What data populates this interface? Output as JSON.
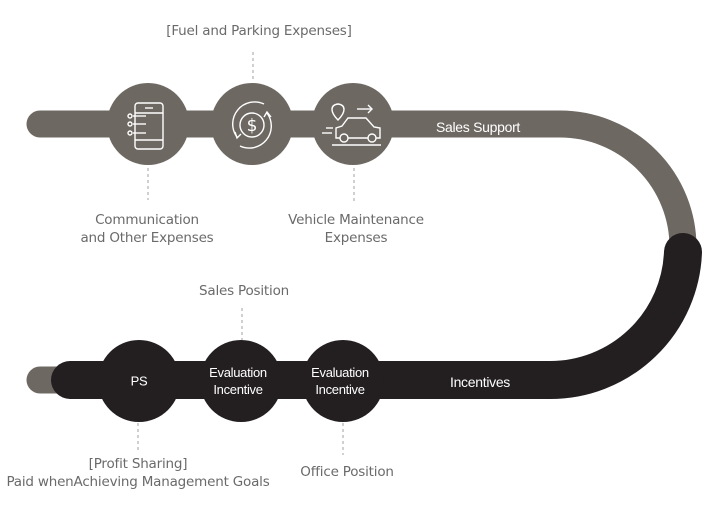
{
  "colors": {
    "support": "#6e6862",
    "incentives": "#231f20",
    "label_text": "#6a6a6a",
    "connector": "#9a9a9a"
  },
  "sales_support": {
    "band_label": "Sales Support",
    "items": [
      {
        "icon": "phone-checklist-icon",
        "label_lines": [
          "Communication",
          "and Other Expenses"
        ],
        "label_position": "below"
      },
      {
        "icon": "dollar-cycle-icon",
        "label_lines": [
          "[Fuel and Parking Expenses]"
        ],
        "label_position": "above"
      },
      {
        "icon": "car-route-icon",
        "label_lines": [
          "Vehicle Maintenance",
          "Expenses"
        ],
        "label_position": "below"
      }
    ]
  },
  "incentives": {
    "band_label": "Incentives",
    "items": [
      {
        "title_lines": [
          "PS"
        ],
        "label_lines": [
          "[Profit Sharing]",
          "Paid whenAchieving Management Goals"
        ],
        "label_position": "below"
      },
      {
        "title_lines": [
          "Evaluation",
          "Incentive"
        ],
        "label_lines": [
          "Sales Position"
        ],
        "label_position": "above"
      },
      {
        "title_lines": [
          "Evaluation",
          "Incentive"
        ],
        "label_lines": [
          "Office Position"
        ],
        "label_position": "below"
      }
    ]
  }
}
